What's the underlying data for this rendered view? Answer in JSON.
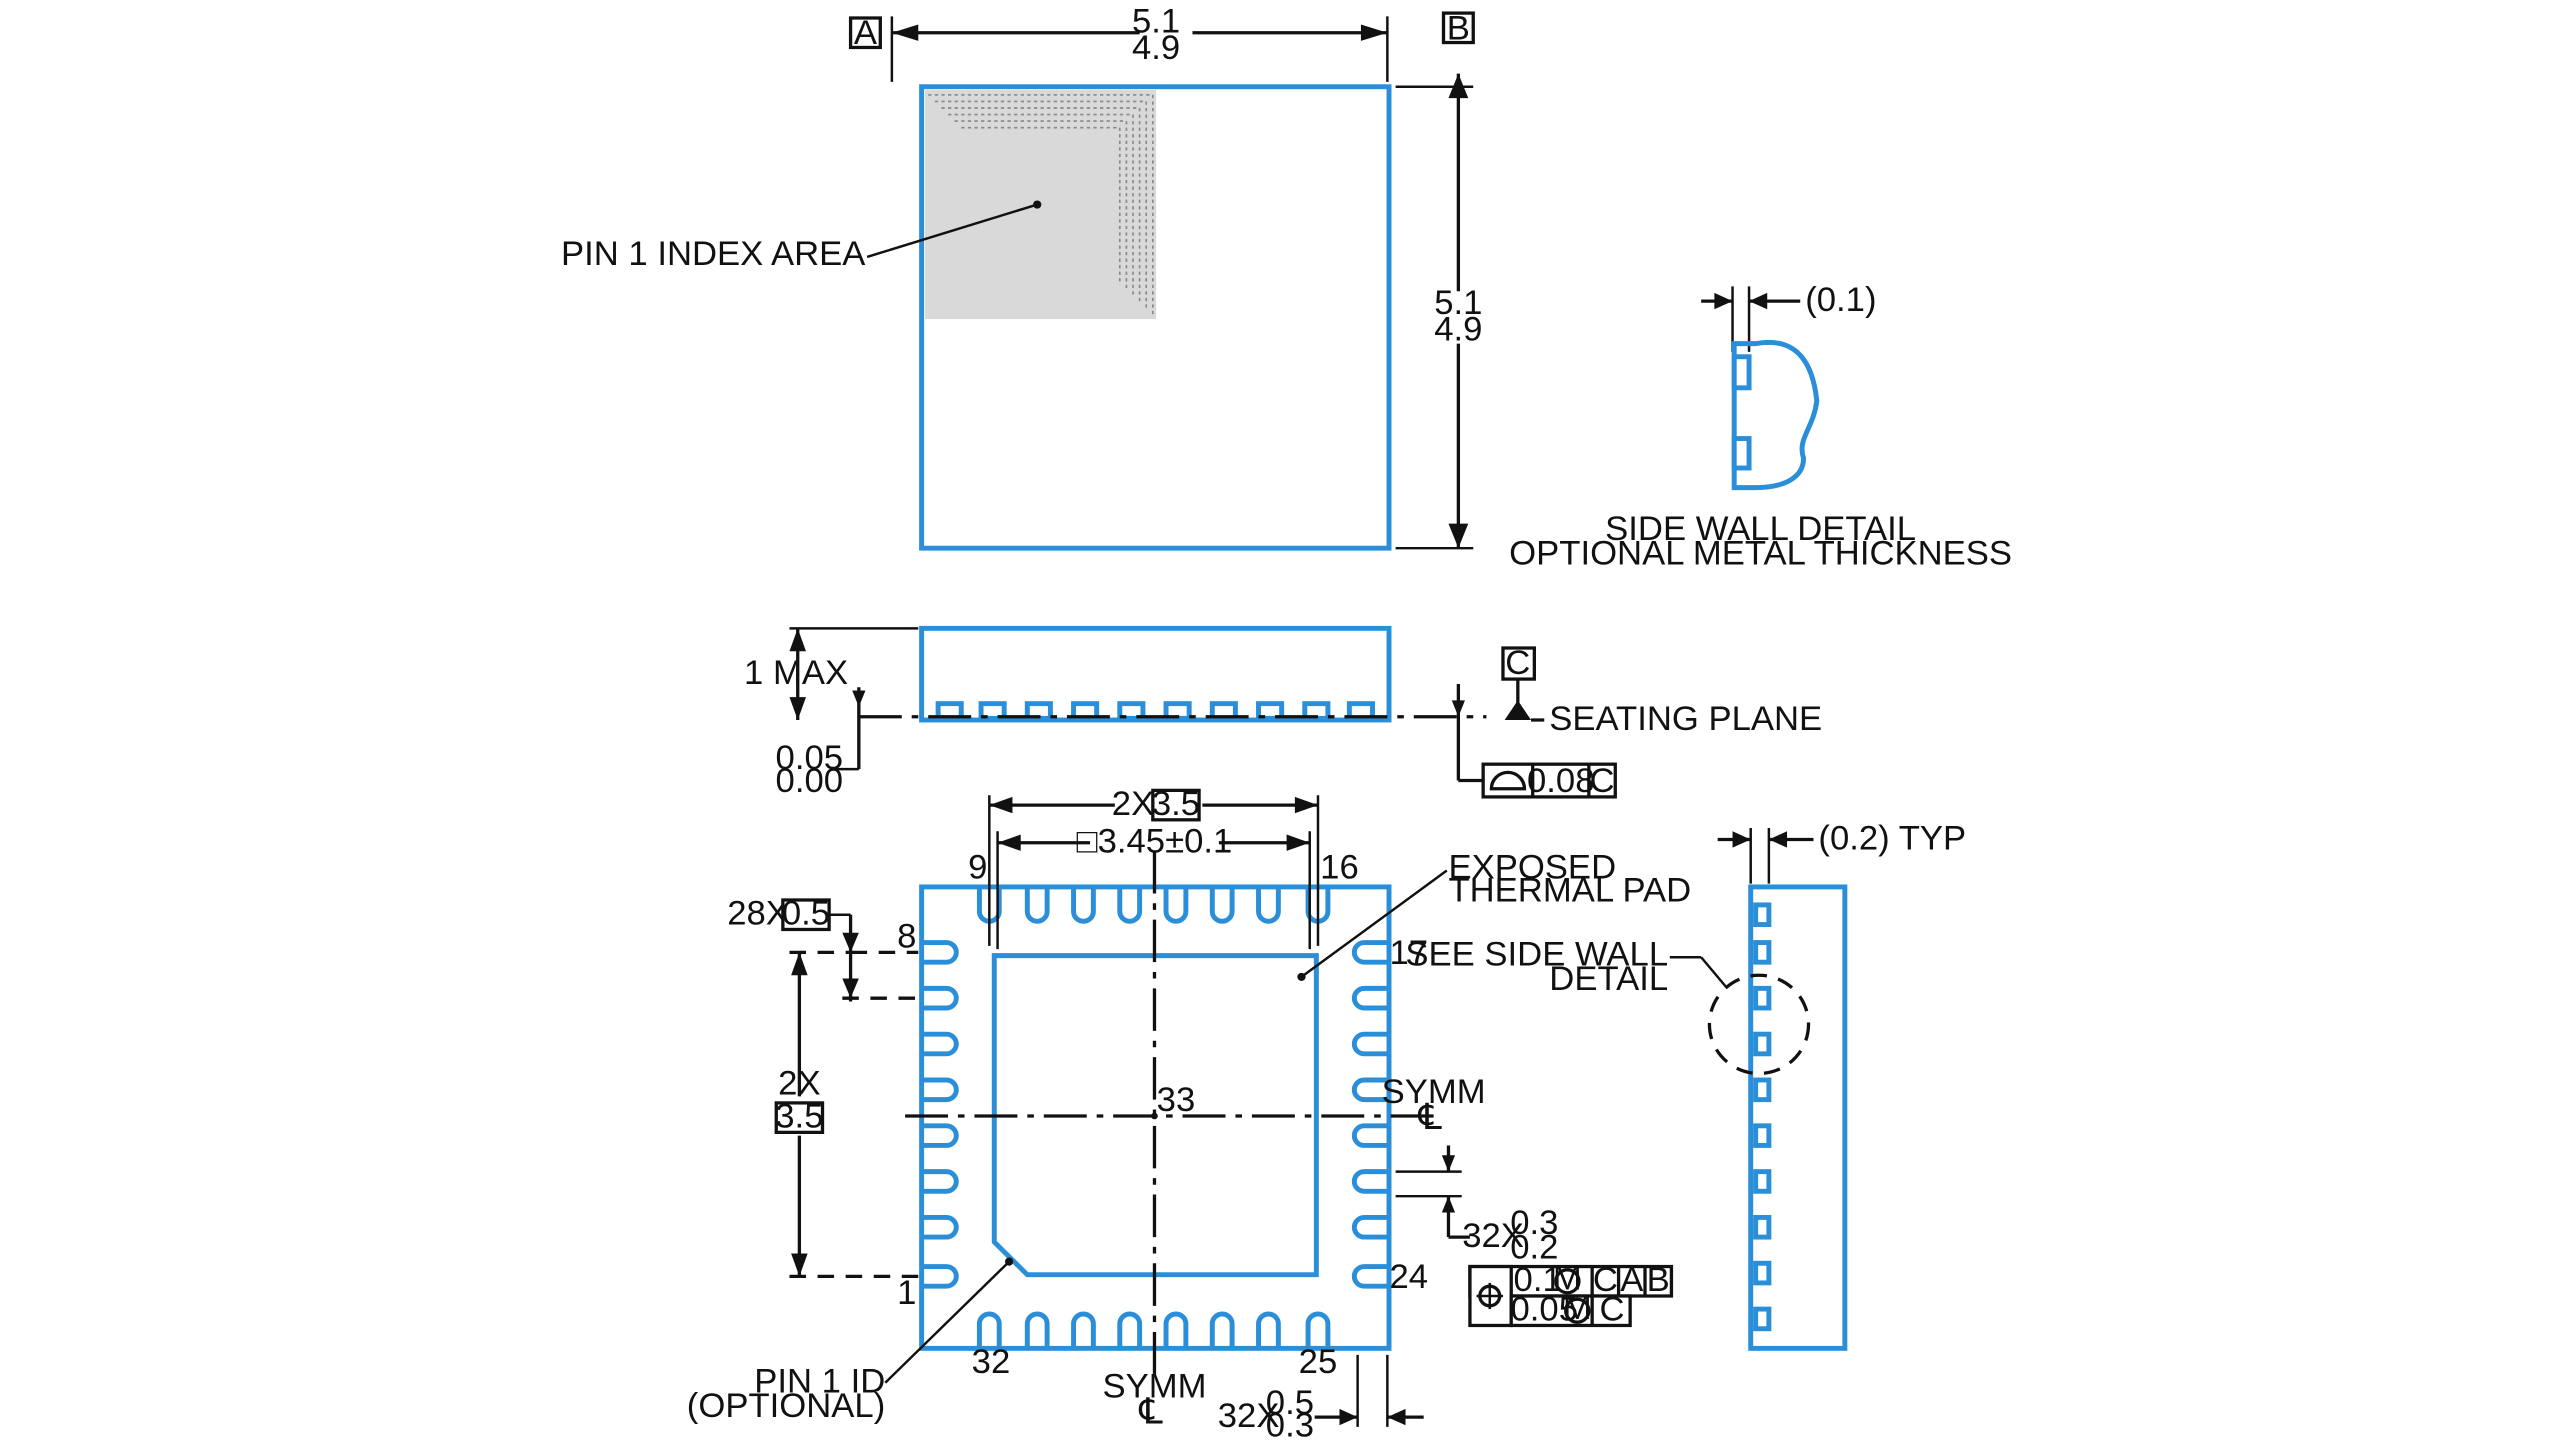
{
  "datums": {
    "a": "A",
    "b": "B",
    "c": "C"
  },
  "dims": {
    "width_max": "5.1",
    "width_min": "4.9",
    "height_max": "5.1",
    "height_min": "4.9",
    "side_wall_thickness": "(0.1)",
    "body_height": "1 MAX",
    "standoff_max": "0.05",
    "standoff_min": "0.00",
    "flatness_value": "0.08",
    "pitch_span_prefix": "2X",
    "pitch_span_value": "3.5",
    "pad_size_prefix": "□3.45",
    "pad_size_tol": "±0.1",
    "pin_pitch_prefix": "28X",
    "pin_pitch_value": "0.5",
    "left_span_prefix": "2X",
    "left_span_value": "3.5",
    "lead_width_prefix": "32X",
    "lead_width_max": "0.3",
    "lead_width_min": "0.2",
    "lead_length_prefix": "32X",
    "lead_length_max": "0.5",
    "lead_length_min": "0.3",
    "side_typ": "(0.2) TYP"
  },
  "fcf": {
    "pos_tol_1": "0.1",
    "pos_tol_2": "0.05",
    "datum_c": "C",
    "datum_a": "A",
    "datum_b": "B"
  },
  "labels": {
    "pin1_index_area": "PIN 1 INDEX AREA",
    "side_wall_detail_1": "SIDE WALL DETAIL",
    "side_wall_detail_2": "OPTIONAL METAL THICKNESS",
    "seating_plane": "SEATING PLANE",
    "exposed_pad_1": "EXPOSED",
    "exposed_pad_2": "THERMAL PAD",
    "see_side_wall_1": "SEE SIDE WALL",
    "see_side_wall_2": "DETAIL",
    "symm": "SYMM",
    "centerline": "℄",
    "pin1_id_1": "PIN 1 ID",
    "pin1_id_2": "(OPTIONAL)"
  },
  "pins": {
    "p1": "1",
    "p8": "8",
    "p9": "9",
    "p16": "16",
    "p17": "17",
    "p24": "24",
    "p25": "25",
    "p32": "32",
    "p33": "33"
  }
}
